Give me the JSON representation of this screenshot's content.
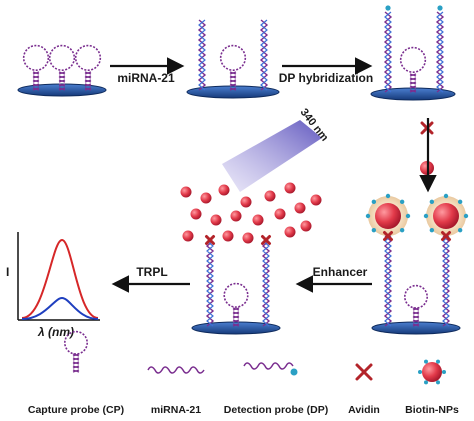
{
  "steps": {
    "mirna": "miRNA-21",
    "dp_hybridization": "DP hybridization",
    "excitation": "340 nm",
    "enhancer": "Enhancer",
    "trpl": "TRPL"
  },
  "plot": {
    "y_label": "I",
    "x_label": "λ (nm)"
  },
  "legend": {
    "cp": "Capture probe (CP)",
    "mirna": "miRNA-21",
    "dp": "Detection probe (DP)",
    "avidin": "Avidin",
    "np": "Biotin-NPs"
  },
  "colors": {
    "chip": "#1f4e9c",
    "strand": "#7a2e8f",
    "nanoparticle": "#d4283c",
    "avidin": "#b3242a",
    "biotin": "#2aa0c4",
    "beam": "#7b6fd0",
    "curve_high": "#d62728",
    "curve_low": "#1f3fbf"
  },
  "icons": [
    "chip-icon",
    "capture-probe-icon",
    "mirna-icon",
    "detection-probe-icon",
    "avidin-icon",
    "nanoparticle-icon",
    "light-beam-icon",
    "arrow-icon"
  ]
}
